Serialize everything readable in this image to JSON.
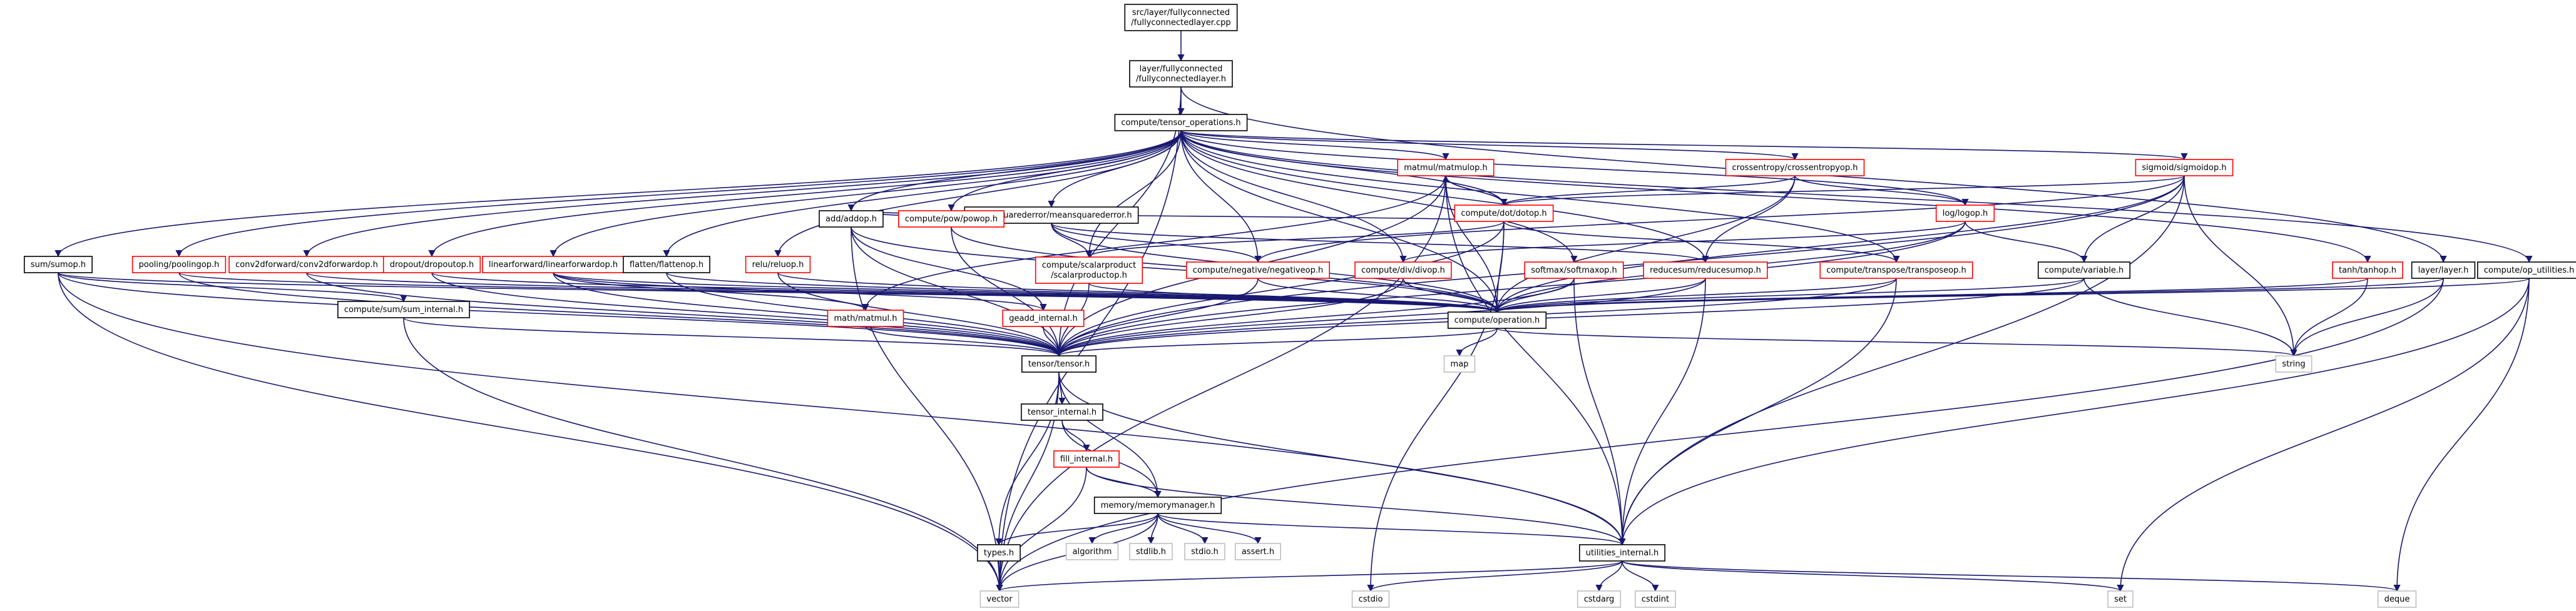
{
  "graph": {
    "colors": {
      "edge": "#191970",
      "border_default": "#000000",
      "border_link": "#ff0000",
      "border_none": "#bfbfbf",
      "root_fill": "#bfbfbf",
      "fill": "#ffffff"
    },
    "nodes": [
      {
        "id": "n_root",
        "lines": [
          "src/layer/fullyconnected",
          "/fullyconnectedlayer.cpp"
        ],
        "style": "root"
      },
      {
        "id": "n_fclh",
        "lines": [
          "layer/fullyconnected",
          "/fullyconnectedlayer.h"
        ],
        "style": "default"
      },
      {
        "id": "n_tops",
        "lines": [
          "compute/tensor_operations.h"
        ],
        "style": "default"
      },
      {
        "id": "n_matmulop",
        "lines": [
          "matmul/matmulop.h"
        ],
        "style": "link"
      },
      {
        "id": "n_crossent",
        "lines": [
          "crossentropy/crossentropyop.h"
        ],
        "style": "link"
      },
      {
        "id": "n_sigmoid",
        "lines": [
          "sigmoid/sigmoidop.h"
        ],
        "style": "link"
      },
      {
        "id": "n_dotop",
        "lines": [
          "compute/dot/dotop.h"
        ],
        "style": "link"
      },
      {
        "id": "n_logop",
        "lines": [
          "log/logop.h"
        ],
        "style": "link"
      },
      {
        "id": "n_mse",
        "lines": [
          "meansquarederror/meansquarederror.h"
        ],
        "style": "default"
      },
      {
        "id": "n_sumop",
        "lines": [
          "sum/sumop.h"
        ],
        "style": "default"
      },
      {
        "id": "n_pooling",
        "lines": [
          "pooling/poolingop.h"
        ],
        "style": "link"
      },
      {
        "id": "n_conv2d",
        "lines": [
          "conv2dforward/conv2dforwardop.h"
        ],
        "style": "link"
      },
      {
        "id": "n_dropout",
        "lines": [
          "dropout/dropoutop.h"
        ],
        "style": "link"
      },
      {
        "id": "n_linfwd",
        "lines": [
          "linearforward/linearforwardop.h"
        ],
        "style": "link"
      },
      {
        "id": "n_flatten",
        "lines": [
          "flatten/flattenop.h"
        ],
        "style": "default"
      },
      {
        "id": "n_relu",
        "lines": [
          "relu/reluop.h"
        ],
        "style": "link"
      },
      {
        "id": "n_addop",
        "lines": [
          "add/addop.h"
        ],
        "style": "default"
      },
      {
        "id": "n_powop",
        "lines": [
          "compute/pow/powop.h"
        ],
        "style": "link"
      },
      {
        "id": "n_scalarprod",
        "lines": [
          "compute/scalarproduct",
          "/scalarproductop.h"
        ],
        "style": "link"
      },
      {
        "id": "n_negative",
        "lines": [
          "compute/negative/negativeop.h"
        ],
        "style": "link"
      },
      {
        "id": "n_divop",
        "lines": [
          "compute/div/divop.h"
        ],
        "style": "link"
      },
      {
        "id": "n_softmax",
        "lines": [
          "softmax/softmaxop.h"
        ],
        "style": "link"
      },
      {
        "id": "n_reducesum",
        "lines": [
          "reducesum/reducesumop.h"
        ],
        "style": "link"
      },
      {
        "id": "n_transpose",
        "lines": [
          "compute/transpose/transposeop.h"
        ],
        "style": "link"
      },
      {
        "id": "n_variable",
        "lines": [
          "compute/variable.h"
        ],
        "style": "default"
      },
      {
        "id": "n_tanh",
        "lines": [
          "tanh/tanhop.h"
        ],
        "style": "link"
      },
      {
        "id": "n_layerh",
        "lines": [
          "layer/layer.h"
        ],
        "style": "default"
      },
      {
        "id": "n_oputil",
        "lines": [
          "compute/op_utilities.h"
        ],
        "style": "default"
      },
      {
        "id": "n_suminternal",
        "lines": [
          "compute/sum/sum_internal.h"
        ],
        "style": "default"
      },
      {
        "id": "n_mathmatmul",
        "lines": [
          "math/matmul.h"
        ],
        "style": "link"
      },
      {
        "id": "n_geadd",
        "lines": [
          "geadd_internal.h"
        ],
        "style": "link"
      },
      {
        "id": "n_operation",
        "lines": [
          "compute/operation.h"
        ],
        "style": "default"
      },
      {
        "id": "n_map",
        "lines": [
          "map"
        ],
        "style": "none"
      },
      {
        "id": "n_string",
        "lines": [
          "string"
        ],
        "style": "none"
      },
      {
        "id": "n_tensor",
        "lines": [
          "tensor/tensor.h"
        ],
        "style": "default"
      },
      {
        "id": "n_tensorint",
        "lines": [
          "tensor_internal.h"
        ],
        "style": "default"
      },
      {
        "id": "n_fillint",
        "lines": [
          "fill_internal.h"
        ],
        "style": "link"
      },
      {
        "id": "n_memmgr",
        "lines": [
          "memory/memorymanager.h"
        ],
        "style": "default"
      },
      {
        "id": "n_types",
        "lines": [
          "types.h"
        ],
        "style": "default"
      },
      {
        "id": "n_algorithm",
        "lines": [
          "algorithm"
        ],
        "style": "none"
      },
      {
        "id": "n_stdlib",
        "lines": [
          "stdlib.h"
        ],
        "style": "none"
      },
      {
        "id": "n_stdio",
        "lines": [
          "stdio.h"
        ],
        "style": "none"
      },
      {
        "id": "n_assert",
        "lines": [
          "assert.h"
        ],
        "style": "none"
      },
      {
        "id": "n_utilint",
        "lines": [
          "utilities_internal.h"
        ],
        "style": "default"
      },
      {
        "id": "n_vector",
        "lines": [
          "vector"
        ],
        "style": "none"
      },
      {
        "id": "n_cstdio",
        "lines": [
          "cstdio"
        ],
        "style": "none"
      },
      {
        "id": "n_cstdarg",
        "lines": [
          "cstdarg"
        ],
        "style": "none"
      },
      {
        "id": "n_cstdint",
        "lines": [
          "cstdint"
        ],
        "style": "none"
      },
      {
        "id": "n_set",
        "lines": [
          "set"
        ],
        "style": "none"
      },
      {
        "id": "n_deque",
        "lines": [
          "deque"
        ],
        "style": "none"
      }
    ],
    "edges": [
      [
        "n_root",
        "n_fclh"
      ],
      [
        "n_fclh",
        "n_tops"
      ],
      [
        "n_fclh",
        "n_layerh"
      ],
      [
        "n_fclh",
        "n_tensor"
      ],
      [
        "n_fclh",
        "n_vector"
      ],
      [
        "n_tops",
        "n_matmulop"
      ],
      [
        "n_tops",
        "n_crossent"
      ],
      [
        "n_tops",
        "n_sigmoid"
      ],
      [
        "n_tops",
        "n_dotop"
      ],
      [
        "n_tops",
        "n_logop"
      ],
      [
        "n_tops",
        "n_mse"
      ],
      [
        "n_tops",
        "n_sumop"
      ],
      [
        "n_tops",
        "n_pooling"
      ],
      [
        "n_tops",
        "n_conv2d"
      ],
      [
        "n_tops",
        "n_dropout"
      ],
      [
        "n_tops",
        "n_linfwd"
      ],
      [
        "n_tops",
        "n_flatten"
      ],
      [
        "n_tops",
        "n_relu"
      ],
      [
        "n_tops",
        "n_addop"
      ],
      [
        "n_tops",
        "n_powop"
      ],
      [
        "n_tops",
        "n_scalarprod"
      ],
      [
        "n_tops",
        "n_negative"
      ],
      [
        "n_tops",
        "n_divop"
      ],
      [
        "n_tops",
        "n_softmax"
      ],
      [
        "n_tops",
        "n_reducesum"
      ],
      [
        "n_tops",
        "n_transpose"
      ],
      [
        "n_tops",
        "n_tanh"
      ],
      [
        "n_tops",
        "n_oputil"
      ],
      [
        "n_tops",
        "n_operation"
      ],
      [
        "n_matmulop",
        "n_dotop"
      ],
      [
        "n_matmulop",
        "n_operation"
      ],
      [
        "n_matmulop",
        "n_tensor"
      ],
      [
        "n_matmulop",
        "n_utilint"
      ],
      [
        "n_matmulop",
        "n_mathmatmul"
      ],
      [
        "n_matmulop",
        "n_vector"
      ],
      [
        "n_crossent",
        "n_logop"
      ],
      [
        "n_crossent",
        "n_reducesum"
      ],
      [
        "n_crossent",
        "n_operation"
      ],
      [
        "n_crossent",
        "n_dotop"
      ],
      [
        "n_sigmoid",
        "n_dotop"
      ],
      [
        "n_sigmoid",
        "n_variable"
      ],
      [
        "n_sigmoid",
        "n_operation"
      ],
      [
        "n_sigmoid",
        "n_string"
      ],
      [
        "n_sigmoid",
        "n_utilint"
      ],
      [
        "n_sigmoid",
        "n_tensor"
      ],
      [
        "n_sigmoid",
        "n_negative"
      ],
      [
        "n_dotop",
        "n_operation"
      ],
      [
        "n_dotop",
        "n_tensor"
      ],
      [
        "n_dotop",
        "n_matmulop"
      ],
      [
        "n_dotop",
        "n_scalarprod"
      ],
      [
        "n_dotop",
        "n_transpose"
      ],
      [
        "n_dotop",
        "n_addop"
      ],
      [
        "n_dotop",
        "n_cstdio"
      ],
      [
        "n_logop",
        "n_operation"
      ],
      [
        "n_logop",
        "n_variable"
      ],
      [
        "n_logop",
        "n_divop"
      ],
      [
        "n_logop",
        "n_tensor"
      ],
      [
        "n_mse",
        "n_addop"
      ],
      [
        "n_mse",
        "n_powop"
      ],
      [
        "n_mse",
        "n_scalarprod"
      ],
      [
        "n_mse",
        "n_negative"
      ],
      [
        "n_mse",
        "n_reducesum"
      ],
      [
        "n_mse",
        "n_operation"
      ],
      [
        "n_sumop",
        "n_suminternal"
      ],
      [
        "n_sumop",
        "n_tensor"
      ],
      [
        "n_sumop",
        "n_operation"
      ],
      [
        "n_sumop",
        "n_vector"
      ],
      [
        "n_sumop",
        "n_utilint"
      ],
      [
        "n_pooling",
        "n_operation"
      ],
      [
        "n_pooling",
        "n_tensor"
      ],
      [
        "n_conv2d",
        "n_operation"
      ],
      [
        "n_conv2d",
        "n_tensor"
      ],
      [
        "n_dropout",
        "n_operation"
      ],
      [
        "n_dropout",
        "n_tensor"
      ],
      [
        "n_linfwd",
        "n_operation"
      ],
      [
        "n_linfwd",
        "n_tensor"
      ],
      [
        "n_linfwd",
        "n_mathmatmul"
      ],
      [
        "n_linfwd",
        "n_geadd"
      ],
      [
        "n_flatten",
        "n_operation"
      ],
      [
        "n_flatten",
        "n_tensor"
      ],
      [
        "n_relu",
        "n_operation"
      ],
      [
        "n_relu",
        "n_tensor"
      ],
      [
        "n_addop",
        "n_operation"
      ],
      [
        "n_addop",
        "n_tensor"
      ],
      [
        "n_addop",
        "n_geadd"
      ],
      [
        "n_addop",
        "n_vector"
      ],
      [
        "n_powop",
        "n_operation"
      ],
      [
        "n_powop",
        "n_tensor"
      ],
      [
        "n_scalarprod",
        "n_operation"
      ],
      [
        "n_scalarprod",
        "n_tensor"
      ],
      [
        "n_negative",
        "n_operation"
      ],
      [
        "n_negative",
        "n_tensor"
      ],
      [
        "n_divop",
        "n_operation"
      ],
      [
        "n_divop",
        "n_tensor"
      ],
      [
        "n_softmax",
        "n_operation"
      ],
      [
        "n_softmax",
        "n_tensor"
      ],
      [
        "n_softmax",
        "n_utilint"
      ],
      [
        "n_reducesum",
        "n_operation"
      ],
      [
        "n_reducesum",
        "n_tensor"
      ],
      [
        "n_reducesum",
        "n_utilint"
      ],
      [
        "n_transpose",
        "n_operation"
      ],
      [
        "n_transpose",
        "n_tensor"
      ],
      [
        "n_transpose",
        "n_utilint"
      ],
      [
        "n_variable",
        "n_operation"
      ],
      [
        "n_variable",
        "n_tensor"
      ],
      [
        "n_variable",
        "n_string"
      ],
      [
        "n_tanh",
        "n_operation"
      ],
      [
        "n_tanh",
        "n_string"
      ],
      [
        "n_layerh",
        "n_operation"
      ],
      [
        "n_layerh",
        "n_string"
      ],
      [
        "n_layerh",
        "n_vector"
      ],
      [
        "n_oputil",
        "n_operation"
      ],
      [
        "n_oputil",
        "n_utilint"
      ],
      [
        "n_oputil",
        "n_set"
      ],
      [
        "n_oputil",
        "n_deque"
      ],
      [
        "n_suminternal",
        "n_tensor"
      ],
      [
        "n_suminternal",
        "n_vector"
      ],
      [
        "n_mathmatmul",
        "n_tensor"
      ],
      [
        "n_geadd",
        "n_tensor"
      ],
      [
        "n_operation",
        "n_map"
      ],
      [
        "n_operation",
        "n_tensor"
      ],
      [
        "n_operation",
        "n_string"
      ],
      [
        "n_tensor",
        "n_tensorint"
      ],
      [
        "n_tensor",
        "n_memmgr"
      ],
      [
        "n_tensor",
        "n_types"
      ],
      [
        "n_tensor",
        "n_utilint"
      ],
      [
        "n_tensor",
        "n_vector"
      ],
      [
        "n_tensorint",
        "n_fillint"
      ],
      [
        "n_tensorint",
        "n_memmgr"
      ],
      [
        "n_fillint",
        "n_memmgr"
      ],
      [
        "n_fillint",
        "n_utilint"
      ],
      [
        "n_fillint",
        "n_vector"
      ],
      [
        "n_memmgr",
        "n_types"
      ],
      [
        "n_memmgr",
        "n_algorithm"
      ],
      [
        "n_memmgr",
        "n_stdlib"
      ],
      [
        "n_memmgr",
        "n_stdio"
      ],
      [
        "n_memmgr",
        "n_assert"
      ],
      [
        "n_memmgr",
        "n_utilint"
      ],
      [
        "n_memmgr",
        "n_vector"
      ],
      [
        "n_types",
        "n_vector"
      ],
      [
        "n_utilint",
        "n_vector"
      ],
      [
        "n_utilint",
        "n_cstdio"
      ],
      [
        "n_utilint",
        "n_cstdarg"
      ],
      [
        "n_utilint",
        "n_cstdint"
      ],
      [
        "n_utilint",
        "n_set"
      ],
      [
        "n_utilint",
        "n_deque"
      ]
    ]
  }
}
